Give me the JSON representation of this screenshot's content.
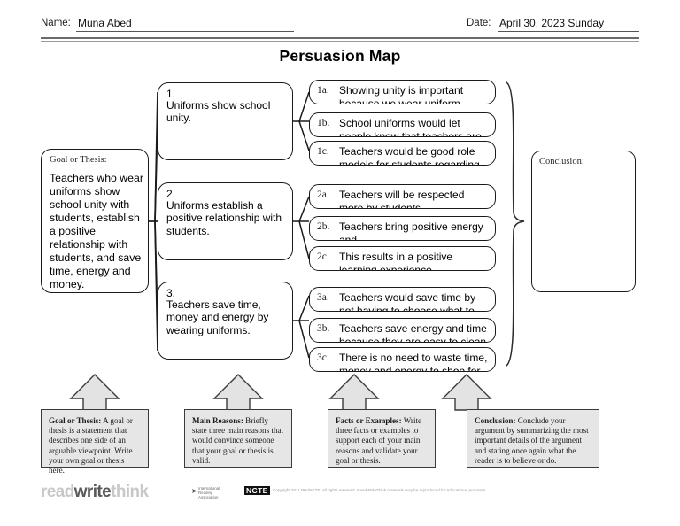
{
  "header": {
    "name_label": "Name:",
    "name_value": "Muna Abed",
    "date_label": "Date:",
    "date_value": "April 30, 2023 Sunday"
  },
  "title": "Persuasion Map",
  "goal": {
    "label": "Goal or Thesis:",
    "text": "Teachers who wear uniforms show school unity with students, establish a positive relationship with students, and save time, energy and money."
  },
  "reasons": [
    {
      "number": "1.",
      "text": "Uniforms show school unity."
    },
    {
      "number": "2.",
      "text": "Uniforms establish a positive relationship with students."
    },
    {
      "number": "3.",
      "text": "Teachers save time, money and energy by wearing uniforms."
    }
  ],
  "facts": [
    {
      "label": "1a.",
      "text": "Showing unity is important because we wear uniform"
    },
    {
      "label": "1b.",
      "text": "School uniforms would let people know that teachers are from a"
    },
    {
      "label": "1c.",
      "text": "Teachers would be good role models for students regarding the"
    },
    {
      "label": "2a.",
      "text": "Teachers will be respected more by students"
    },
    {
      "label": "2b.",
      "text": "Teachers bring positive energy and"
    },
    {
      "label": "2c.",
      "text": "This results in a positive learning experience"
    },
    {
      "label": "3a.",
      "text": "Teachers would save time by not having to choose what to wear to"
    },
    {
      "label": "3b.",
      "text": "Teachers save energy and time because they are easy to clean"
    },
    {
      "label": "3c.",
      "text": "There is no need to waste time, money and energy to shop for"
    }
  ],
  "conclusion": {
    "label": "Conclusion:",
    "text": ""
  },
  "legend": [
    {
      "title": "Goal or Thesis:",
      "body": " A goal or thesis is a statement that describes one side of an arguable viewpoint. Write your own goal or thesis here."
    },
    {
      "title": "Main Reasons:",
      "body": " Briefly state three main reasons that would convince someone that your goal or thesis is valid."
    },
    {
      "title": "Facts or Examples:",
      "body": " Write three facts or examples to support each of your main reasons and validate your goal or thesis."
    },
    {
      "title": "Conclusion:",
      "body": " Conclude your argument by summarizing the most important details of the argument and stating once again what the reader is to believe or do."
    }
  ],
  "footer": {
    "logo_read": "read",
    "logo_write": "write",
    "logo_think": "think",
    "ira_line1": "International",
    "ira_line2": "Reading Association",
    "ncte": "NCTE",
    "copyright": "Copyright 2011 IRA/NCTE. All rights reserved. ReadWriteThink materials may be reproduced for educational purposes."
  },
  "colors": {
    "legend_fill": "#e6e6e6",
    "arrow_fill": "#e3e3e3",
    "box_stroke": "#1a1a1a",
    "rule": "#6b6b6b"
  }
}
